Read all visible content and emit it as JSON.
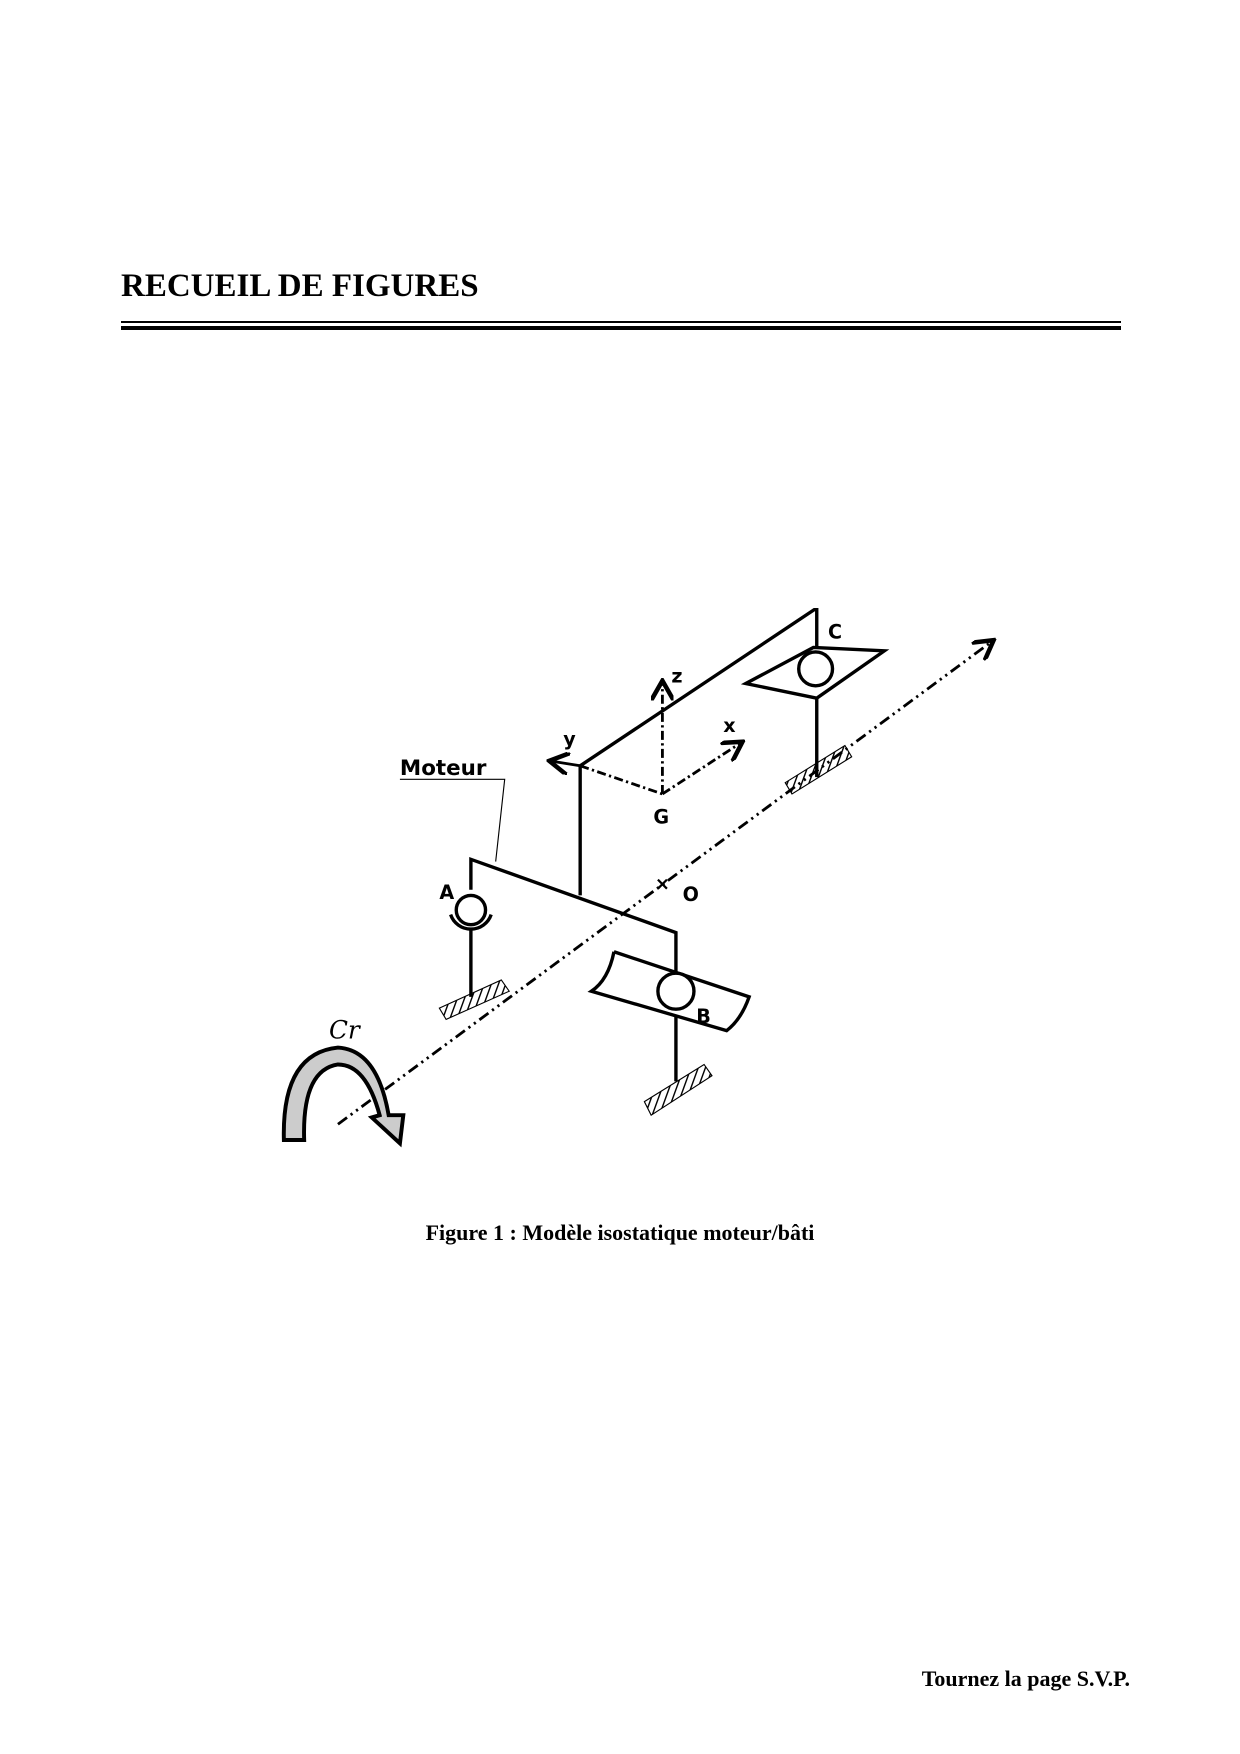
{
  "header": {
    "title": "RECUEIL DE FIGURES"
  },
  "figure": {
    "labels": {
      "motor": "Moteur",
      "A": "A",
      "B": "B",
      "C": "C",
      "G": "G",
      "O": "O",
      "x": "x",
      "y": "y",
      "z": "z",
      "couple": "Cr"
    },
    "caption": "Figure 1 : Modèle isostatique moteur/bâti"
  },
  "footer": {
    "text": "Tournez la page S.V.P."
  }
}
